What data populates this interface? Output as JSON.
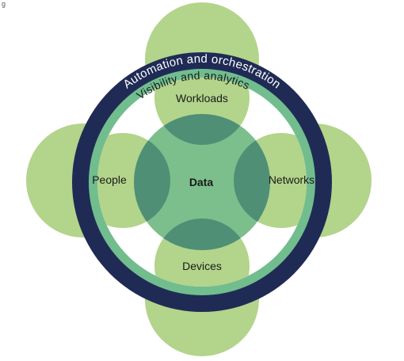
{
  "figure": {
    "corner_mark": "g"
  },
  "diagram": {
    "rings": {
      "outer": "Automation and orchestration",
      "inner": "Visibility and analytics"
    },
    "center": "Data",
    "pillars": {
      "top": "Workloads",
      "left": "People",
      "right": "Networks",
      "bottom": "Devices"
    },
    "colors": {
      "light_green": "#b3d48b",
      "mid_green": "#7cbf8c",
      "dark_green": "#4f8f76",
      "ring_green": "#71bd8e",
      "navy": "#1f2b55",
      "text": "#1a1a1a",
      "ring_text": "#ffffff"
    }
  }
}
